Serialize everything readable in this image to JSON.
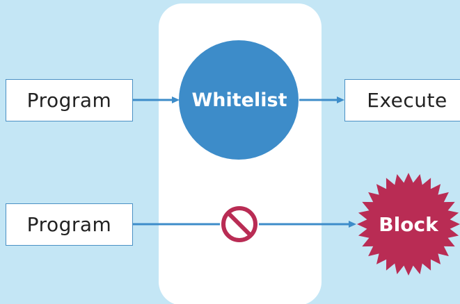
{
  "nodes": {
    "program_top": "Program",
    "program_bottom": "Program",
    "whitelist": "Whitelist",
    "execute": "Execute",
    "block": "Block"
  },
  "icons": {
    "filter": "circle",
    "prohibited": "no-entry-sign",
    "block_shape": "starburst"
  },
  "colors": {
    "background": "#c4e6f5",
    "panel": "#ffffff",
    "whitelist": "#3d8cc9",
    "arrow": "#3d8cc9",
    "prohibited": "#b92c54",
    "block": "#b92c54"
  }
}
